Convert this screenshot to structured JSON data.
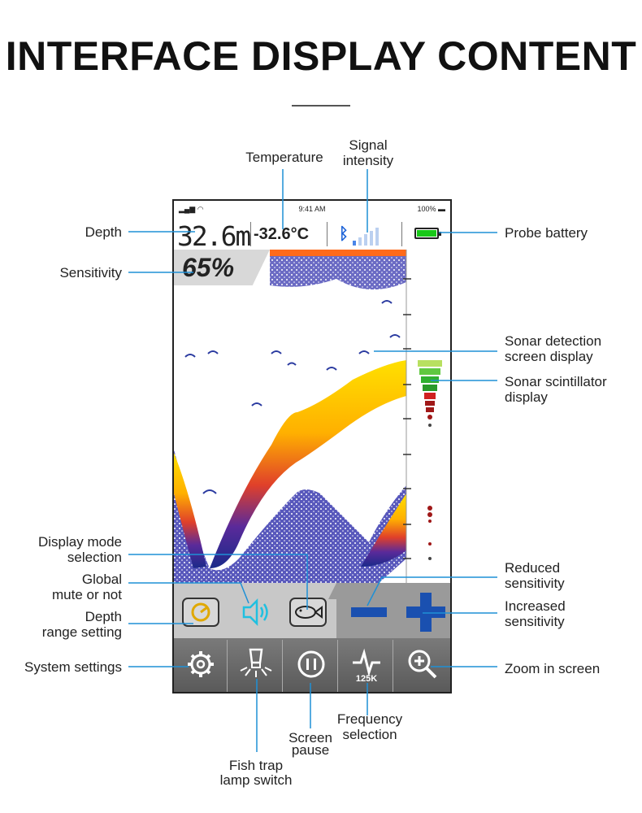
{
  "title": "INTERFACE DISPLAY CONTENT",
  "status_bar": {
    "time": "9:41 AM",
    "battery": "100%"
  },
  "readouts": {
    "depth": "32.6m",
    "temperature": "-32.6°C",
    "sensitivity": "65%",
    "frequency": "125K"
  },
  "colors": {
    "accent": "#1e90d6",
    "sonar_blue": "#1a3aa0",
    "battery_green": "#18c818"
  },
  "icons": [
    "gear-icon",
    "lamp-icon",
    "pause-icon",
    "frequency-icon",
    "zoom-in-icon",
    "depth-range-icon",
    "speaker-icon",
    "fish-icon",
    "minus-icon",
    "plus-icon",
    "bluetooth-icon"
  ],
  "labels": {
    "temperature": "Temperature",
    "signal_intensity_1": "Signal",
    "signal_intensity_2": "intensity",
    "depth": "Depth",
    "probe_battery": "Probe battery",
    "sensitivity": "Sensitivity",
    "sonar_detection_1": "Sonar detection",
    "sonar_detection_2": "screen display",
    "sonar_scintillator_1": "Sonar scintillator",
    "sonar_scintillator_2": "display",
    "display_mode_1": "Display mode",
    "display_mode_2": "selection",
    "global_mute_1": "Global",
    "global_mute_2": "mute or not",
    "depth_range_1": "Depth",
    "depth_range_2": "range setting",
    "reduced_sens_1": "Reduced",
    "reduced_sens_2": "sensitivity",
    "increased_sens_1": "Increased",
    "increased_sens_2": "sensitivity",
    "system_settings": "System settings",
    "zoom_in": "Zoom in screen",
    "frequency_1": "Frequency",
    "frequency_2": "selection",
    "screen_pause_1": "Screen",
    "screen_pause_2": "pause",
    "fish_trap_1": "Fish trap",
    "fish_trap_2": "lamp switch"
  }
}
